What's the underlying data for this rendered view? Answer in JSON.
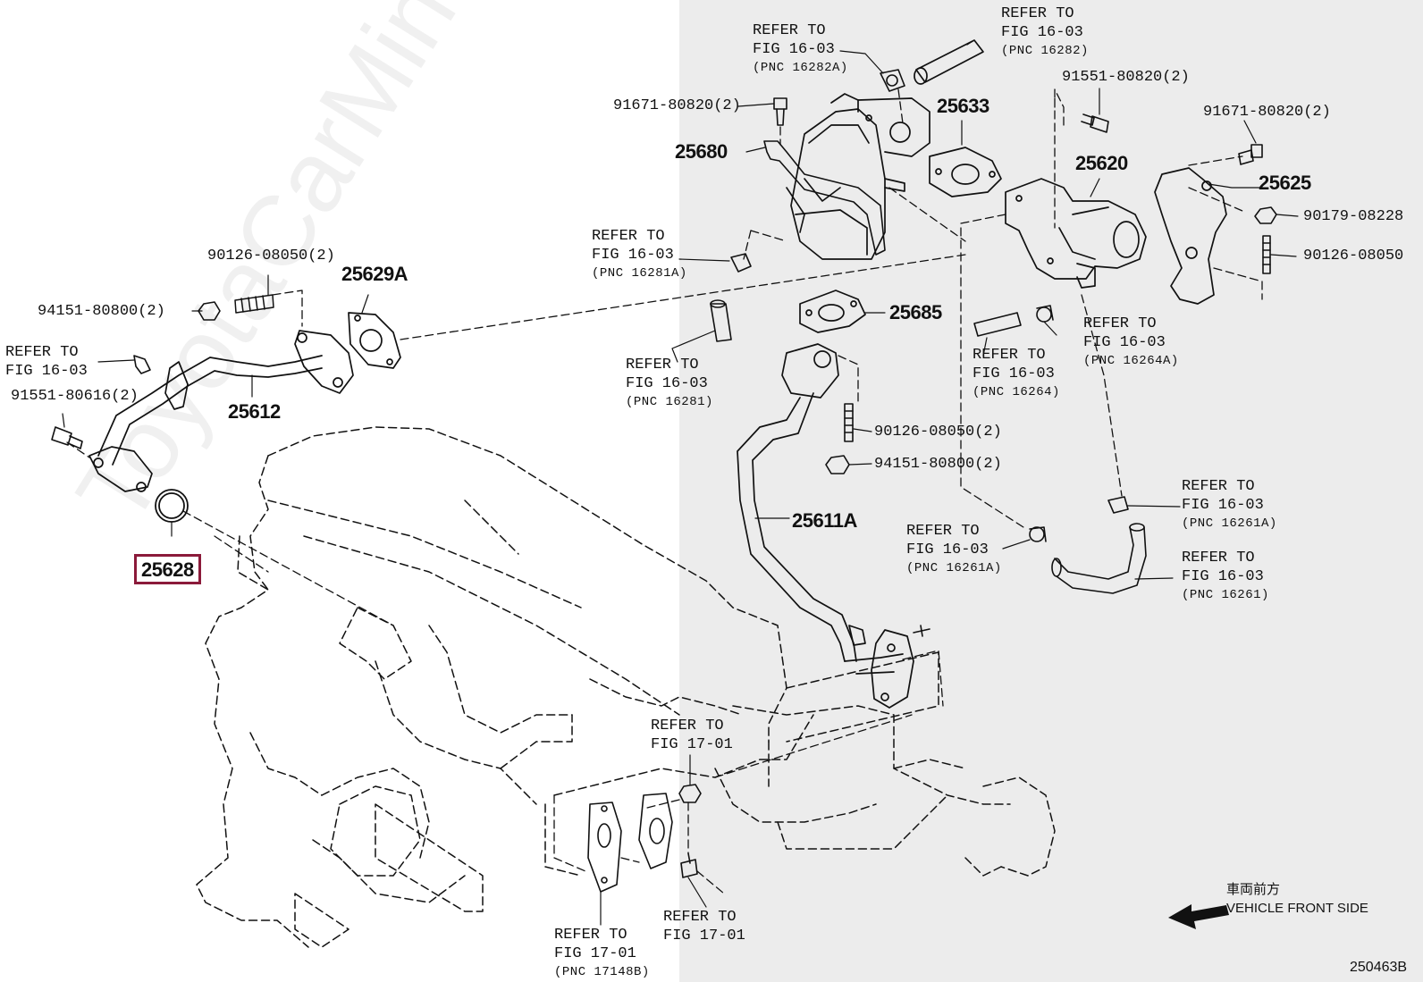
{
  "watermark": "ToyotaCarMine.ru",
  "diagram_code": "250463B",
  "direction": {
    "jp": "車両前方",
    "en": "VEHICLE FRONT SIDE"
  },
  "highlight_part": "25628",
  "part_numbers": {
    "p25612": "25612",
    "p25628": "25628",
    "p25629A": "25629A",
    "p25633": "25633",
    "p25680": "25680",
    "p25620": "25620",
    "p25625": "25625",
    "p25685": "25685",
    "p25611A": "25611A"
  },
  "fasteners": {
    "f1": "90126-08050(2)",
    "f2": "94151-80800(2)",
    "f3": "91551-80616(2)",
    "f4": "91671-80820(2)",
    "f5": "91551-80820(2)",
    "f6": "91671-80820(2)",
    "f7": "90179-08228",
    "f8": "90126-08050",
    "f9": "90126-08050(2)",
    "f10": "94151-80800(2)"
  },
  "refs": {
    "r1": {
      "l1": "REFER TO",
      "l2": "FIG 16-03",
      "l3": ""
    },
    "r2": {
      "l1": "REFER TO",
      "l2": "FIG 16-03",
      "l3": "(PNC 16282A)"
    },
    "r3": {
      "l1": "REFER TO",
      "l2": "FIG 16-03",
      "l3": "(PNC 16282)"
    },
    "r4": {
      "l1": "REFER TO",
      "l2": "FIG 16-03",
      "l3": "(PNC 16281A)"
    },
    "r5": {
      "l1": "REFER TO",
      "l2": "FIG 16-03",
      "l3": "(PNC 16281)"
    },
    "r6": {
      "l1": "REFER TO",
      "l2": "FIG 16-03",
      "l3": "(PNC 16264)"
    },
    "r7": {
      "l1": "REFER TO",
      "l2": "FIG 16-03",
      "l3": "(PNC 16264A)"
    },
    "r8": {
      "l1": "REFER TO",
      "l2": "FIG 16-03",
      "l3": "(PNC 16261A)"
    },
    "r9": {
      "l1": "REFER TO",
      "l2": "FIG 16-03",
      "l3": "(PNC 16261A)"
    },
    "r10": {
      "l1": "REFER TO",
      "l2": "FIG 16-03",
      "l3": "(PNC 16261)"
    },
    "r11": {
      "l1": "REFER TO",
      "l2": "FIG 17-01",
      "l3": ""
    },
    "r12": {
      "l1": "REFER TO",
      "l2": "FIG 17-01",
      "l3": "(PNC 17148B)"
    },
    "r13": {
      "l1": "REFER TO",
      "l2": "FIG 17-01",
      "l3": ""
    }
  }
}
